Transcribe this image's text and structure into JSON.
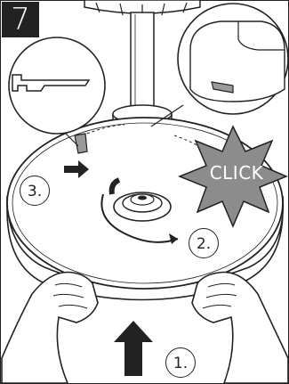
{
  "step": {
    "number": "7"
  },
  "callouts": {
    "step1": "1.",
    "step2": "2.",
    "step3": "3."
  },
  "sound_label": "CLICK",
  "colors": {
    "line": "#222222",
    "starburst": "#8c8c8c",
    "detail_tab": "#9a9a9a",
    "badge": "#222222"
  },
  "icons": {
    "lift_arrow": "up-arrow-icon",
    "push_arrow": "right-arrow-icon",
    "rotate_arrow": "clockwise-rotate-icon"
  }
}
